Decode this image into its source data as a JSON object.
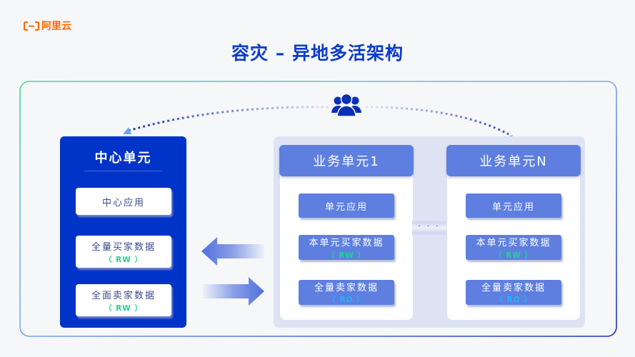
{
  "brand": {
    "logo_text": "阿里云",
    "logo_icon": "aliyun-logo-icon",
    "color": "#ff6a00"
  },
  "title": "容灾 – 异地多活架构",
  "colors": {
    "title": "#0a3cc8",
    "center_unit_bg": "#0034c8",
    "business_header": "#5e7fdf",
    "rw_tag": "#1ed490",
    "ro_tag": "#19b8ff",
    "frame_gradient_start": "#3ddc9a",
    "frame_gradient_end": "#1a2fc0"
  },
  "users": {
    "icon": "users-group-icon"
  },
  "center_unit": {
    "title": "中心单元",
    "cards": [
      {
        "label": "中心应用",
        "tag": ""
      },
      {
        "label": "全量买家数据",
        "tag": "（ RW ）"
      },
      {
        "label": "全面卖家数据",
        "tag": "（ RW ）"
      }
    ]
  },
  "sync_arrows": [
    {
      "direction": "left",
      "icon": "arrow-left-icon"
    },
    {
      "direction": "right",
      "icon": "arrow-right-icon"
    }
  ],
  "business_units": [
    {
      "title": "业务单元1",
      "cards": [
        {
          "label": "单元应用",
          "tag": ""
        },
        {
          "label": "本单元买家数据",
          "tag": "（ RW ）",
          "tag_type": "rw"
        },
        {
          "label": "全量卖家数据",
          "tag": "（ RO ）",
          "tag_type": "ro"
        }
      ]
    },
    {
      "title": "业务单元N",
      "cards": [
        {
          "label": "单元应用",
          "tag": ""
        },
        {
          "label": "本单元买家数据",
          "tag": "（ RW ）",
          "tag_type": "rw"
        },
        {
          "label": "全量卖家数据",
          "tag": "（ RO ）",
          "tag_type": "ro"
        }
      ]
    }
  ],
  "ellipsis": "· · ·"
}
